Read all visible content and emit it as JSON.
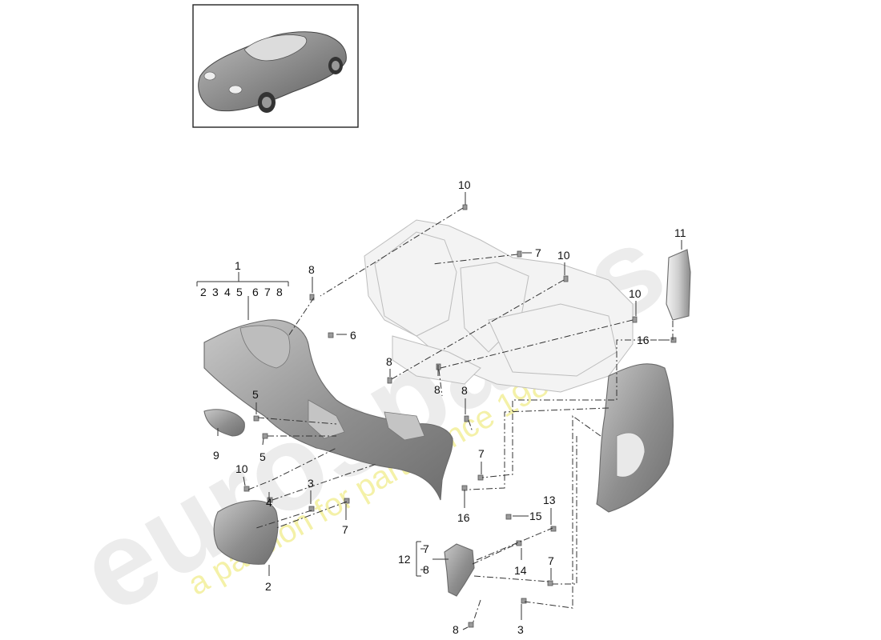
{
  "watermark": {
    "brand": "eurospares",
    "tagline": "a passion for parts since 1985"
  },
  "callouts": {
    "c1": "1",
    "group1": [
      "2",
      "3",
      "4",
      "5",
      "6",
      "7",
      "8"
    ],
    "c2": "2",
    "c3a": "3",
    "c3b": "3",
    "c4": "4",
    "c5a": "5",
    "c5b": "5",
    "c6": "6",
    "c7a": "7",
    "c7b": "7",
    "c7c": "7",
    "c7d": "7",
    "c8a": "8",
    "c8b": "8",
    "c8c": "8",
    "c8d": "8",
    "c8e": "8",
    "c9": "9",
    "c10a": "10",
    "c10b": "10",
    "c10c": "10",
    "c10d": "10",
    "c11": "11",
    "c12": "12",
    "group12": [
      "7",
      "8"
    ],
    "c13": "13",
    "c14": "14",
    "c15": "15",
    "c16a": "16",
    "c16b": "16"
  },
  "colors": {
    "part_fill": "#9c9c9c",
    "ghost_fill": "#f3f3f3",
    "watermark_grey": "#ececec",
    "watermark_yellow": "#f4f1a8"
  }
}
